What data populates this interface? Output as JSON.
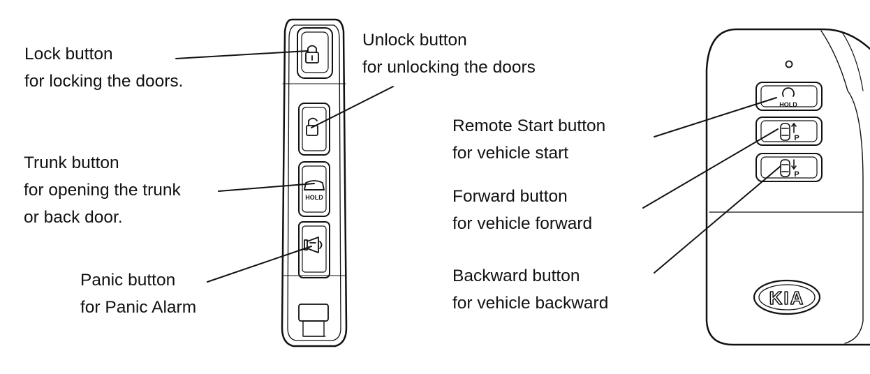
{
  "labels": {
    "lock": {
      "line1": "Lock button",
      "line2": "for locking the doors."
    },
    "unlock": {
      "line1": "Unlock button",
      "line2": "for unlocking the doors"
    },
    "trunk": {
      "line1": "Trunk button",
      "line2": "for opening the trunk",
      "line3": "or back door."
    },
    "panic": {
      "line1": "Panic button",
      "line2": "for Panic Alarm"
    },
    "remote": {
      "line1": "Remote Start button",
      "line2": "for vehicle start"
    },
    "forward": {
      "line1": "Forward button",
      "line2": "for vehicle forward"
    },
    "backward": {
      "line1": "Backward button",
      "line2": "for vehicle backward"
    }
  },
  "icons": {
    "hold": "HOLD",
    "park": "P",
    "brand": "KIA"
  },
  "colors": {
    "line": "#111111",
    "background": "#ffffff"
  }
}
